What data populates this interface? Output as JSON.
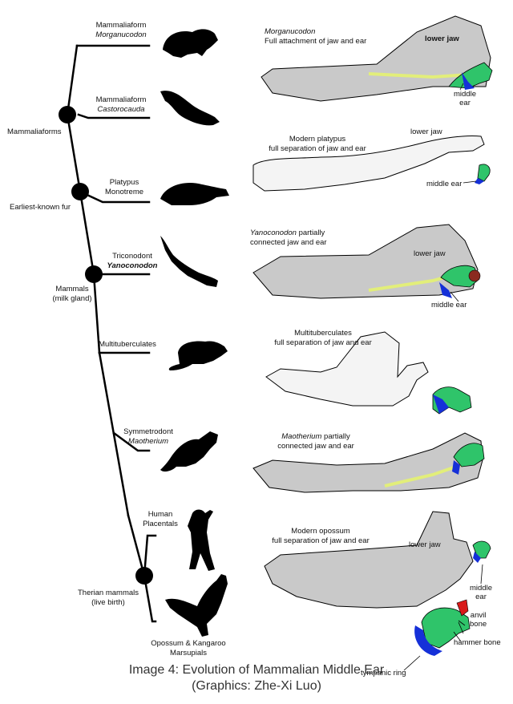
{
  "nodes": {
    "mammaliaforms": "Mammaliaforms",
    "earliest_fur": "Earliest-known fur",
    "mammals_1": "Mammals",
    "mammals_2": "(milk gland)",
    "therian_1": "Therian mammals",
    "therian_2": "(live birth)"
  },
  "taxa": {
    "morganucodon_1": "Mammaliaform",
    "morganucodon_2": "Morganucodon",
    "castorocauda_1": "Mammaliaform",
    "castorocauda_2": "Castorocauda",
    "platypus_1": "Platypus",
    "platypus_2": "Monotreme",
    "yanoconodon_1": "Triconodont",
    "yanoconodon_2": "Yanoconodon",
    "multituberculates": "Multituberculates",
    "maotherium_1": "Symmetrodont",
    "maotherium_2": "Maotherium",
    "human_1": "Human",
    "human_2": "Placentals",
    "marsupial_1": "Opossum & Kangaroo",
    "marsupial_2": "Marsupials"
  },
  "jaws": {
    "morganucodon_1": "Morganucodon",
    "morganucodon_2": "Full attachment of jaw and ear",
    "platypus_1": "Modern platypus",
    "platypus_2": "full separation of jaw and ear",
    "yanoconodon_1": "Yanoconodon",
    "yanoconodon_1b": " partially",
    "yanoconodon_2": "connected jaw and ear",
    "multi_1": "Multituberculates",
    "multi_2": "full separation of jaw and ear",
    "maotherium_1": "Maotherium",
    "maotherium_1b": " partially",
    "maotherium_2": "connected jaw and ear",
    "opossum_1": "Modern opossum",
    "opossum_2": "full separation of jaw and ear"
  },
  "parts": {
    "lower_jaw": "lower jaw",
    "middle_ear": "middle ear",
    "middle": "middle",
    "ear": "ear",
    "anvil": "anvil",
    "bone": "bone",
    "hammer_bone": "hammer bone",
    "tympanic_ring": "tympanic ring"
  },
  "caption": {
    "line1": "Image 4: Evolution of Mammalian Middle Ear",
    "line2": "(Graphics: Zhe-Xi Luo)"
  },
  "colors": {
    "bone_gray": "#c9c9c9",
    "ear_green": "#2fc46a",
    "ear_blue": "#1530d8",
    "anvil_red": "#d91a1a",
    "cartilage_yellow": "#e2ee7a"
  }
}
